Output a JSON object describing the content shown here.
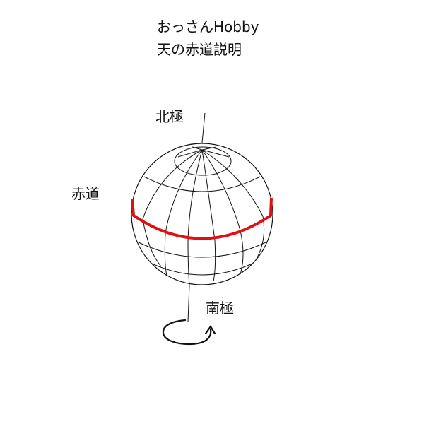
{
  "header": {
    "title_line1": "おっさんHobby",
    "title_line2": "天の赤道説明"
  },
  "labels": {
    "north_pole": "北極",
    "equator": "赤道",
    "south_pole": "南極"
  },
  "icons": {
    "rotation": "rotation-arrow-icon"
  },
  "colors": {
    "background": "#ffffff",
    "line": "#111111",
    "equator": "#e01010"
  }
}
